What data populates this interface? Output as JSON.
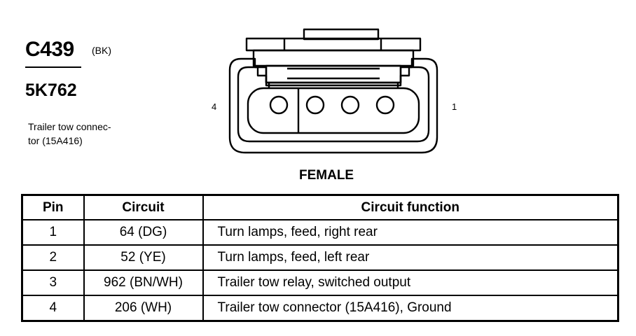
{
  "connector": {
    "id": "C439",
    "color_code": "(BK)",
    "part_number": "5K762",
    "description_lines": [
      "Trailer tow connec-",
      "tor (15A416)"
    ],
    "view": "FEMALE",
    "pin_label_left": "4",
    "pin_label_right": "1",
    "pin_count": 4
  },
  "table": {
    "headers": [
      "Pin",
      "Circuit",
      "Circuit function"
    ],
    "rows": [
      {
        "pin": "1",
        "circuit": "64 (DG)",
        "function": "Turn lamps, feed, right rear"
      },
      {
        "pin": "2",
        "circuit": "52 (YE)",
        "function": "Turn lamps, feed, left rear"
      },
      {
        "pin": "3",
        "circuit": "962 (BN/WH)",
        "function": "Trailer tow relay, switched output"
      },
      {
        "pin": "4",
        "circuit": "206 (WH)",
        "function": "Trailer tow connector (15A416), Ground"
      }
    ]
  }
}
